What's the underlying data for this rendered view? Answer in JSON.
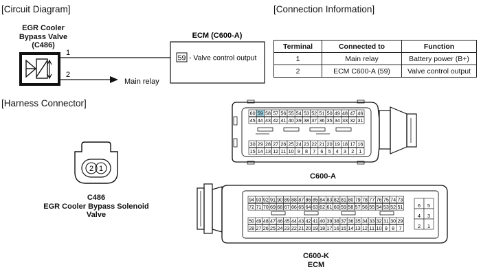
{
  "sections": {
    "circuit": "[Circuit Diagram]",
    "connection": "[Connection Information]",
    "harness": "[Harness Connector]"
  },
  "component": {
    "line1": "EGR Cooler",
    "line2": "Bypass Valve",
    "line3": "(C486)"
  },
  "ecm_box": {
    "title": "ECM (C600-A)",
    "pin": "59",
    "label": "- Valve control output"
  },
  "wires": {
    "w1": "1",
    "w2": "2",
    "main_relay": "Main relay"
  },
  "table": {
    "headers": [
      "Terminal",
      "Connected to",
      "Function"
    ],
    "rows": [
      [
        "1",
        "Main relay",
        "Battery power (B+)"
      ],
      [
        "2",
        "ECM C600-A (59)",
        "Valve control output"
      ]
    ]
  },
  "c486": {
    "name": "C486",
    "desc": "EGR Cooler Bypass Solenoid Valve",
    "pins": [
      "2",
      "1"
    ]
  },
  "c600a": {
    "name": "C600-A",
    "rows": [
      [
        "60",
        "59",
        "58",
        "57",
        "56",
        "55",
        "54",
        "53",
        "52",
        "51",
        "50",
        "49",
        "48",
        "47",
        "46"
      ],
      [
        "45",
        "44",
        "43",
        "42",
        "41",
        "40",
        "39",
        "38",
        "37",
        "36",
        "35",
        "34",
        "33",
        "32",
        "31"
      ],
      [
        "30",
        "29",
        "28",
        "27",
        "26",
        "25",
        "24",
        "23",
        "22",
        "21",
        "20",
        "19",
        "18",
        "17",
        "16"
      ],
      [
        "15",
        "14",
        "13",
        "12",
        "11",
        "10",
        "9",
        "8",
        "7",
        "6",
        "5",
        "4",
        "3",
        "2",
        "1"
      ]
    ],
    "highlight": "59"
  },
  "c600k": {
    "name": "C600-K",
    "sub": "ECM",
    "rows": [
      [
        "94",
        "93",
        "92",
        "91",
        "90",
        "89",
        "88",
        "87",
        "86",
        "85",
        "84",
        "83",
        "82",
        "81",
        "80",
        "79",
        "78",
        "77",
        "76",
        "75",
        "74",
        "73"
      ],
      [
        "72",
        "71",
        "70",
        "69",
        "68",
        "67",
        "66",
        "65",
        "64",
        "63",
        "62",
        "61",
        "60",
        "59",
        "58",
        "57",
        "56",
        "55",
        "54",
        "53",
        "52",
        "51"
      ],
      [
        "50",
        "49",
        "48",
        "47",
        "46",
        "45",
        "44",
        "43",
        "42",
        "41",
        "40",
        "39",
        "38",
        "37",
        "36",
        "35",
        "34",
        "33",
        "32",
        "31",
        "30",
        "29"
      ],
      [
        "28",
        "27",
        "26",
        "25",
        "24",
        "23",
        "22",
        "21",
        "20",
        "19",
        "18",
        "17",
        "16",
        "15",
        "14",
        "13",
        "12",
        "11",
        "10",
        "9",
        "8",
        "7"
      ]
    ],
    "side": [
      "6",
      "5",
      "4",
      "3",
      "2",
      "1"
    ]
  },
  "colors": {
    "line": "#111111",
    "highlight": "#9ed2e0"
  }
}
